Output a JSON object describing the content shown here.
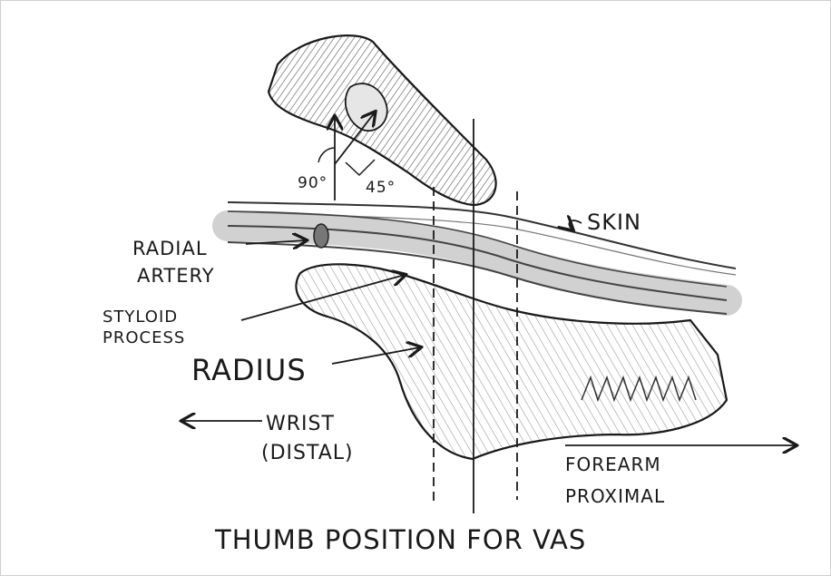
{
  "labels": {
    "skin": "SKIN",
    "radial_artery_1": "RADIAL",
    "radial_artery_2": "ARTERY",
    "styloid_1": "STYLOID",
    "styloid_2": "PROCESS",
    "radius": "RADIUS",
    "wrist_1": "WRIST",
    "wrist_2": "(DISTAL)",
    "forearm_1": "FOREARM",
    "forearm_2": "PROXIMAL",
    "angle_90": "90°",
    "angle_45": "45°"
  },
  "caption": "THUMB POSITION FOR VAS"
}
